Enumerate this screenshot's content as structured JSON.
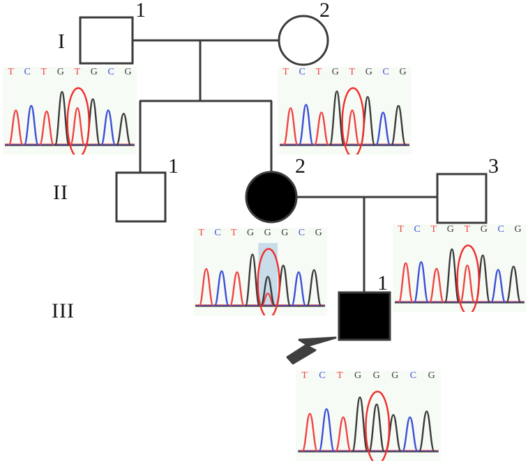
{
  "figure": {
    "type": "pedigree-with-sequence-chromatograms",
    "generations": [
      {
        "numeral": "I"
      },
      {
        "numeral": "II"
      },
      {
        "numeral": "III"
      }
    ],
    "individuals": [
      {
        "id": "I-1",
        "number": "1",
        "sex": "male",
        "shape": "square",
        "affected": false
      },
      {
        "id": "I-2",
        "number": "2",
        "sex": "female",
        "shape": "circle",
        "affected": false
      },
      {
        "id": "II-1",
        "number": "1",
        "sex": "male",
        "shape": "square",
        "affected": false
      },
      {
        "id": "II-2",
        "number": "2",
        "sex": "female",
        "shape": "circle",
        "affected": true
      },
      {
        "id": "II-3",
        "number": "3",
        "sex": "male",
        "shape": "square",
        "affected": false
      },
      {
        "id": "III-1",
        "number": "1",
        "sex": "male",
        "shape": "square",
        "affected": true,
        "proband": true
      }
    ],
    "proband_marker": "arrow",
    "colors": {
      "line": "#3a3a3a",
      "affected_fill": "#000000",
      "unaffected_fill": "#ffffff",
      "circle_highlight": "#ef2d2d",
      "chromatogram_background": "#f7fbf5",
      "base_T": "#ef4444",
      "base_C": "#3b4fd8",
      "base_G": "#3a3a3a",
      "base_A": "#1f9b3a",
      "het_highlight": "#c9dcea"
    }
  },
  "chromatograms": [
    {
      "name": "chromatogram-I-1",
      "belongs_to": "I-1",
      "sequence": [
        "T",
        "C",
        "T",
        "G",
        "T",
        "G",
        "C",
        "G"
      ],
      "circled_base_index": 4,
      "circled_base": "T",
      "genotype": "T/T",
      "highlight_box": false,
      "peaks": [
        {
          "base": "T",
          "height": 0.62
        },
        {
          "base": "C",
          "height": 0.7
        },
        {
          "base": "T",
          "height": 0.6
        },
        {
          "base": "G",
          "height": 0.95
        },
        {
          "base": "T",
          "height": 0.66
        },
        {
          "base": "G",
          "height": 0.82
        },
        {
          "base": "C",
          "height": 0.62
        },
        {
          "base": "G",
          "height": 0.56
        }
      ]
    },
    {
      "name": "chromatogram-I-2",
      "belongs_to": "I-2",
      "sequence": [
        "T",
        "C",
        "T",
        "G",
        "T",
        "G",
        "C",
        "G"
      ],
      "circled_base_index": 4,
      "circled_base": "T",
      "genotype": "T/T",
      "highlight_box": false,
      "peaks": [
        {
          "base": "T",
          "height": 0.66
        },
        {
          "base": "C",
          "height": 0.72
        },
        {
          "base": "T",
          "height": 0.58
        },
        {
          "base": "G",
          "height": 0.96
        },
        {
          "base": "T",
          "height": 0.62
        },
        {
          "base": "G",
          "height": 0.86
        },
        {
          "base": "C",
          "height": 0.58
        },
        {
          "base": "G",
          "height": 0.7
        }
      ]
    },
    {
      "name": "chromatogram-II-2",
      "belongs_to": "II-2",
      "sequence": [
        "T",
        "C",
        "T",
        "G",
        "G",
        "G",
        "C",
        "G"
      ],
      "circled_base_index": 4,
      "circled_base": "G",
      "genotype": "G/T",
      "highlight_box": true,
      "peaks": [
        {
          "base": "T",
          "height": 0.66
        },
        {
          "base": "C",
          "height": 0.62
        },
        {
          "base": "T",
          "height": 0.6
        },
        {
          "base": "G",
          "height": 0.92
        },
        {
          "base": "G",
          "height": 0.52,
          "secondary_base": "T",
          "secondary_height": 0.22
        },
        {
          "base": "G",
          "height": 0.72
        },
        {
          "base": "C",
          "height": 0.6
        },
        {
          "base": "G",
          "height": 0.64
        }
      ]
    },
    {
      "name": "chromatogram-II-3",
      "belongs_to": "II-3",
      "sequence": [
        "T",
        "C",
        "T",
        "G",
        "T",
        "G",
        "C",
        "G"
      ],
      "circled_base_index": 4,
      "circled_base": "T",
      "genotype": "T/T",
      "highlight_box": false,
      "peaks": [
        {
          "base": "T",
          "height": 0.7
        },
        {
          "base": "C",
          "height": 0.72
        },
        {
          "base": "T",
          "height": 0.6
        },
        {
          "base": "G",
          "height": 0.95
        },
        {
          "base": "T",
          "height": 0.66
        },
        {
          "base": "G",
          "height": 0.84
        },
        {
          "base": "C",
          "height": 0.58
        },
        {
          "base": "G",
          "height": 0.64
        }
      ]
    },
    {
      "name": "chromatogram-III-1",
      "belongs_to": "III-1",
      "sequence": [
        "T",
        "C",
        "T",
        "G",
        "G",
        "G",
        "C",
        "G"
      ],
      "circled_base_index": 4,
      "circled_base": "G",
      "genotype": "G/G",
      "highlight_box": false,
      "peaks": [
        {
          "base": "T",
          "height": 0.64
        },
        {
          "base": "C",
          "height": 0.72
        },
        {
          "base": "T",
          "height": 0.58
        },
        {
          "base": "G",
          "height": 0.92
        },
        {
          "base": "G",
          "height": 0.8
        },
        {
          "base": "G",
          "height": 0.62
        },
        {
          "base": "C",
          "height": 0.58
        },
        {
          "base": "G",
          "height": 0.68
        }
      ]
    }
  ],
  "labels": {
    "gen1": "I",
    "gen2": "II",
    "gen3": "III",
    "i1": "1",
    "i2": "2",
    "ii1": "1",
    "ii2": "2",
    "ii3": "3",
    "iii1": "1"
  }
}
